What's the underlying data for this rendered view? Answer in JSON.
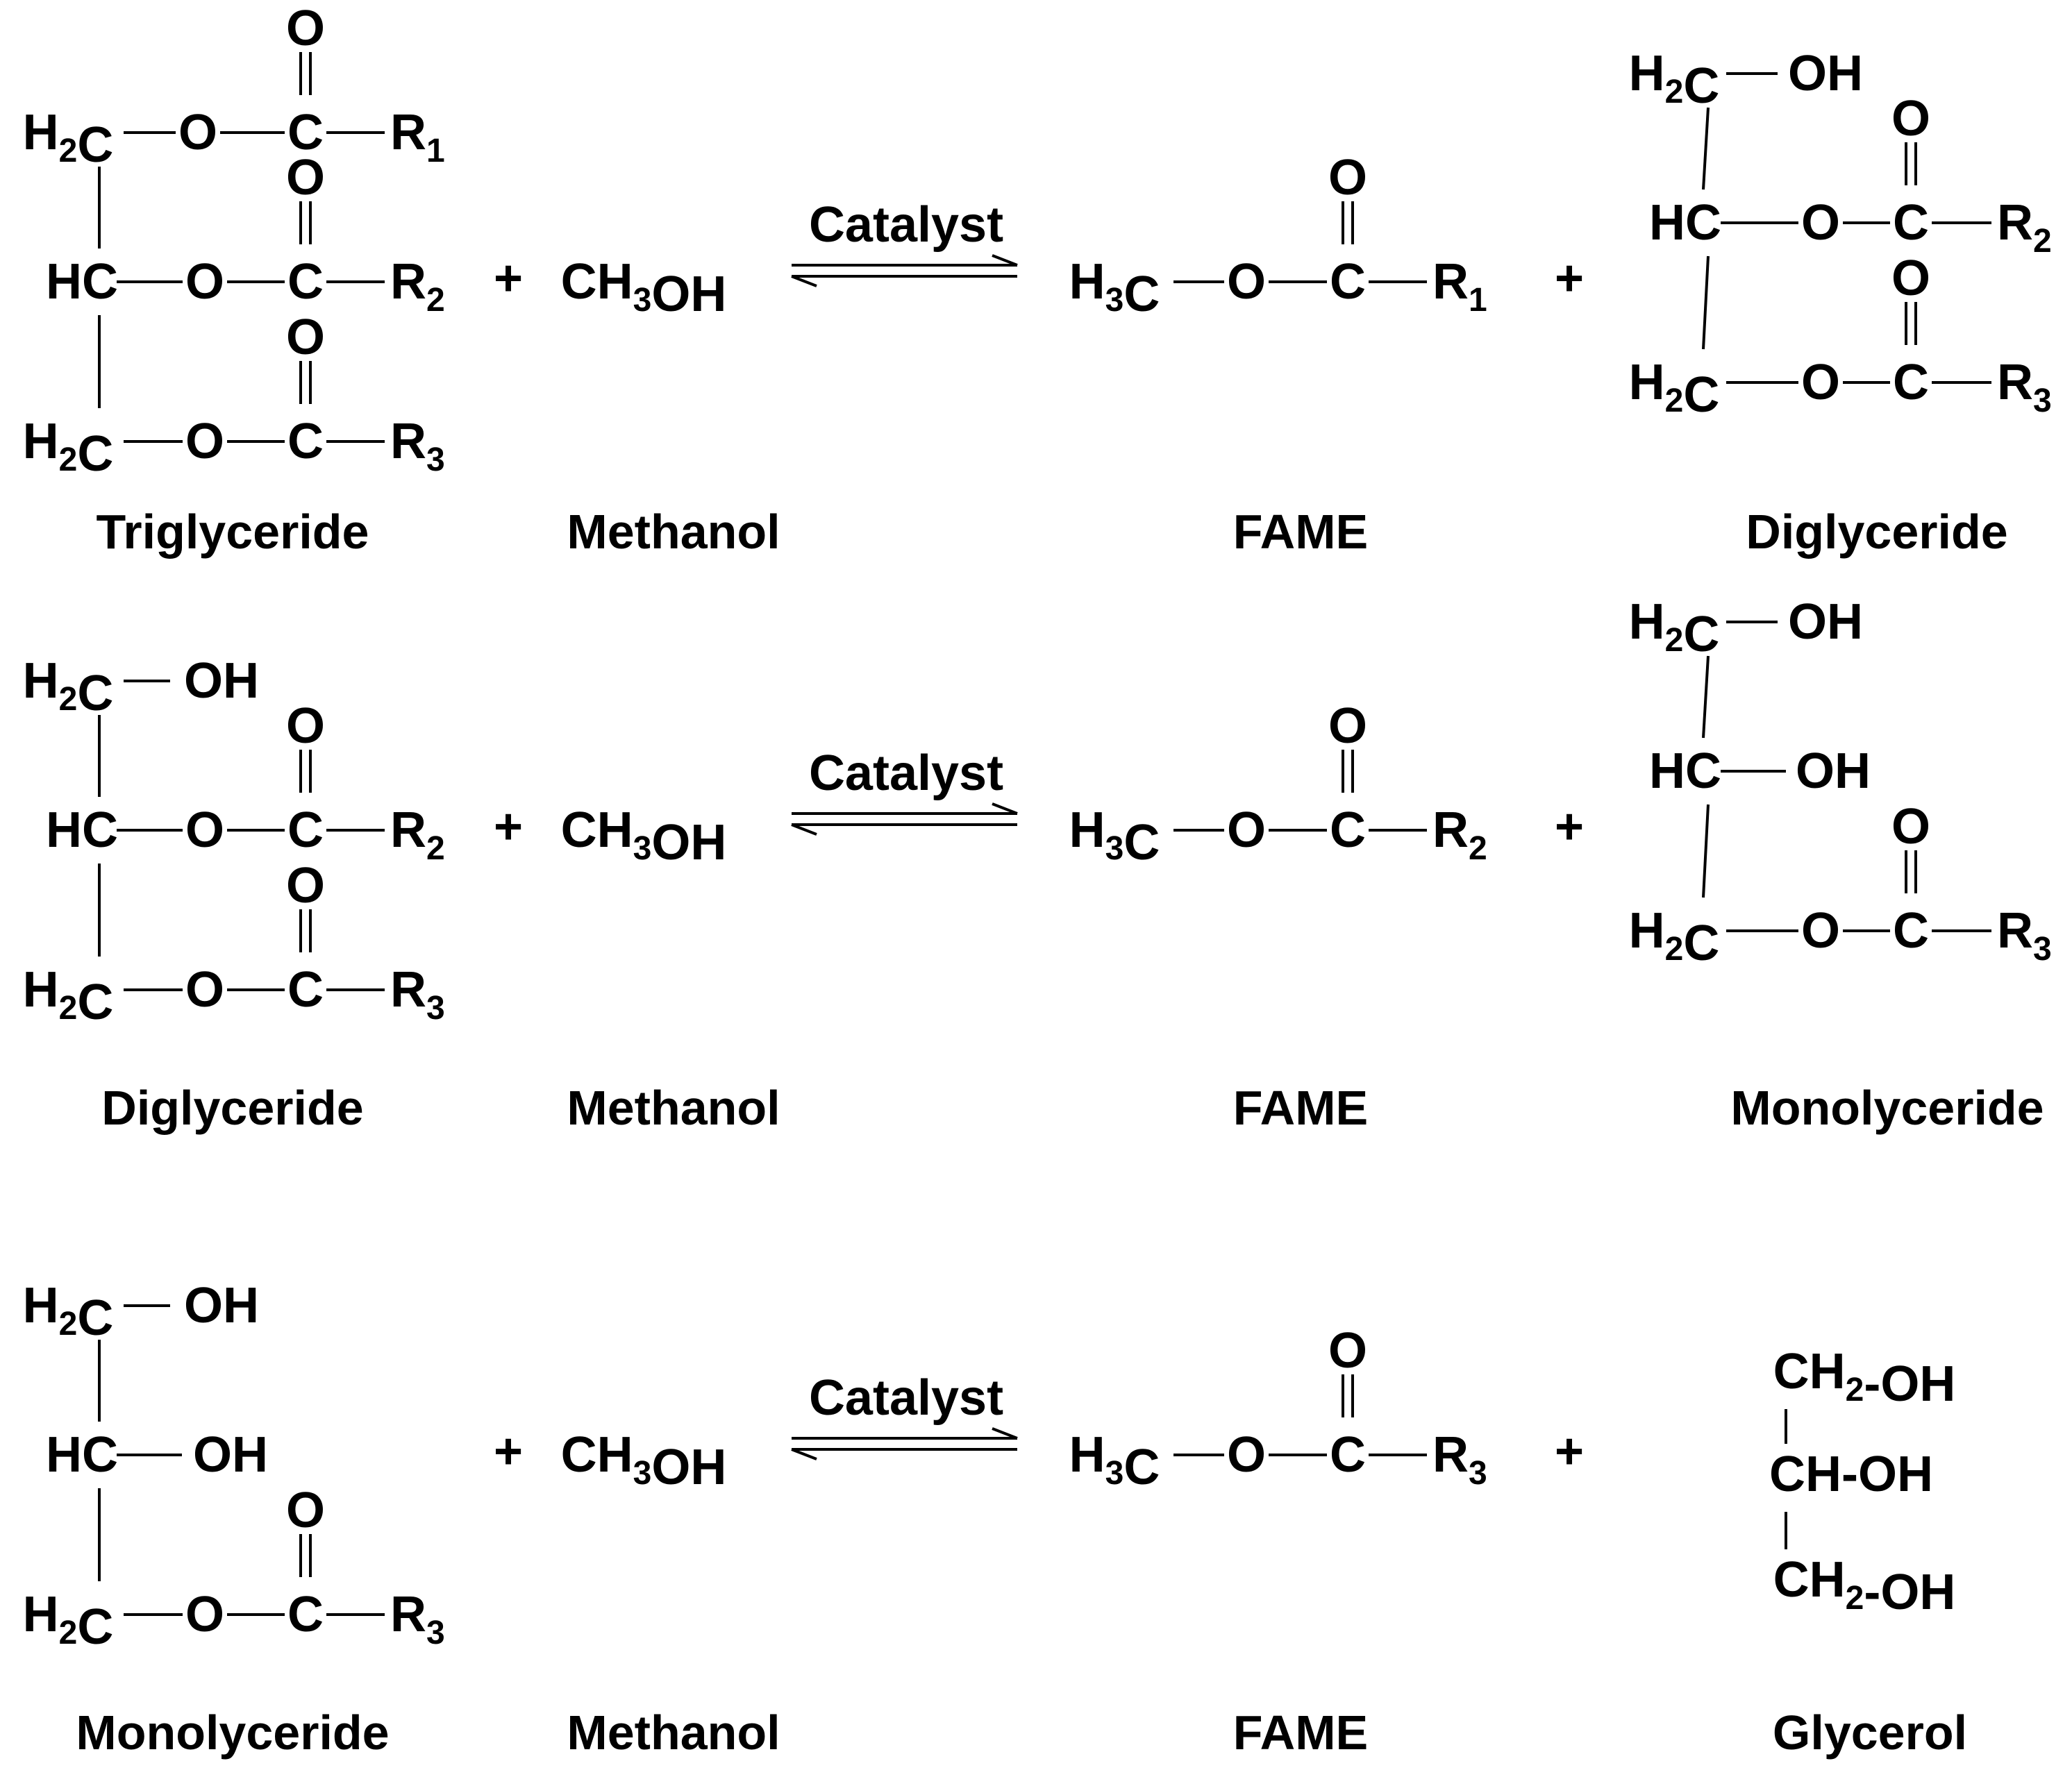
{
  "atoms": {
    "h2c": "H2C",
    "hc": "HC",
    "h3c": "H3C",
    "o": "O",
    "c": "C",
    "oh": "OH",
    "r1": "R1",
    "r2": "R2",
    "r3": "R3",
    "ch3oh": "CH3OH",
    "gly_top": "CH2-OH",
    "gly_mid": "CH-OH",
    "gly_bot": "CH2-OH"
  },
  "symbols": {
    "plus": "+",
    "catalyst": "Catalyst"
  },
  "rows": [
    {
      "captions": [
        "Triglyceride",
        "Methanol",
        "FAME",
        "Diglyceride"
      ]
    },
    {
      "captions": [
        "Diglyceride",
        "Methanol",
        "FAME",
        "Monolyceride"
      ]
    },
    {
      "captions": [
        "Monolyceride",
        "Methanol",
        "FAME",
        "Glycerol"
      ]
    }
  ]
}
